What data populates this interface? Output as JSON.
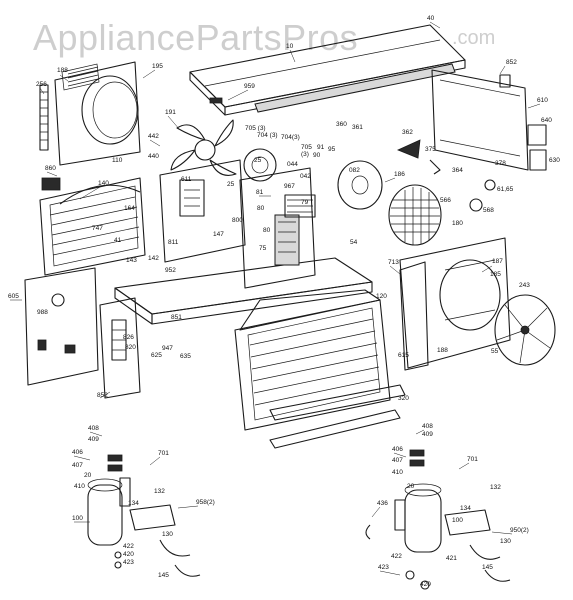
{
  "watermark": {
    "text": "AppliancePartsPros",
    "suffix": ".com"
  },
  "labels": [
    "40",
    "10",
    "852",
    "610",
    "640",
    "630",
    "188",
    "256",
    "195",
    "959",
    "360",
    "361",
    "362",
    "375",
    "705 (3)",
    "704 (3)",
    "704(3)",
    "705",
    "(3)",
    "91",
    "95",
    "90",
    "082",
    "191",
    "442",
    "440",
    "860",
    "110",
    "611",
    "140",
    "25",
    "044",
    "967",
    "042",
    "186",
    "364",
    "378",
    "61,65",
    "566",
    "568",
    "180",
    "81",
    "80",
    "79",
    "80",
    "54",
    "75",
    "713",
    "187",
    "185",
    "243",
    "55",
    "188",
    "120",
    "615",
    "320",
    "747",
    "41",
    "143",
    "147",
    "800",
    "811",
    "952",
    "142",
    "605",
    "988",
    "826",
    "820",
    "625",
    "851",
    "947",
    "635",
    "852",
    "408",
    "409",
    "406",
    "407",
    "410",
    "701",
    "132",
    "958(2)",
    "20",
    "134",
    "100",
    "422",
    "420",
    "423",
    "130",
    "145",
    "408",
    "409",
    "406",
    "407",
    "410",
    "701",
    "436",
    "20",
    "134",
    "132",
    "100",
    "950(2)",
    "130",
    "422",
    "421",
    "423",
    "420",
    "145",
    "25",
    "164"
  ]
}
